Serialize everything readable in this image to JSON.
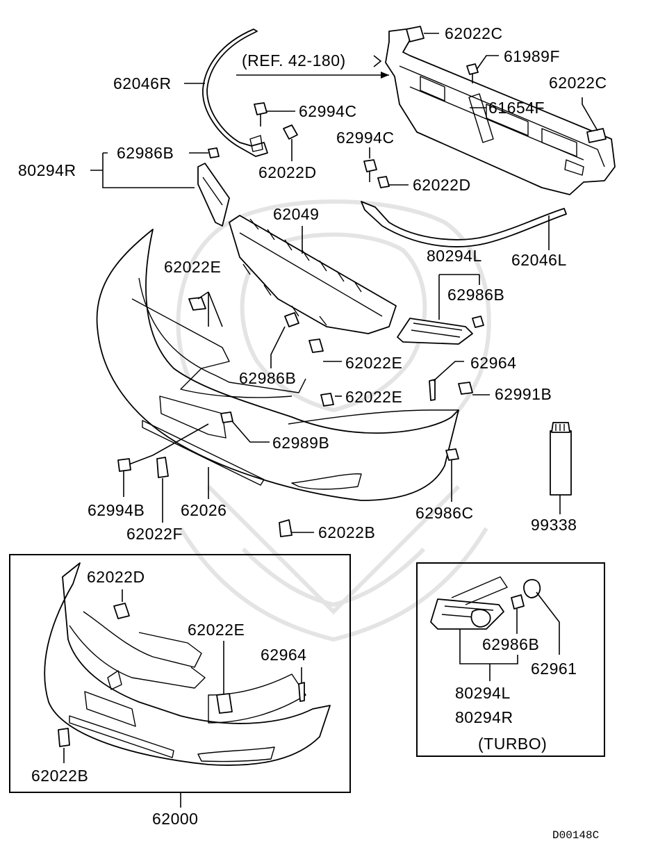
{
  "labels": {
    "l62022C_top": "62022C",
    "l61989F": "61989F",
    "l62022C_right": "62022C",
    "l61654F": "61654F",
    "lRef": "(REF. 42-180)",
    "l62046R": "62046R",
    "l62994C_a": "62994C",
    "l62994C_b": "62994C",
    "l62022D_a": "62022D",
    "l62022D_b": "62022D",
    "l62986B_a": "62986B",
    "l80294R": "80294R",
    "l62049": "62049",
    "l80294L_a": "80294L",
    "l62046L": "62046L",
    "l62022E_a": "62022E",
    "l62986B_b": "62986B",
    "l62986B_c": "62986B",
    "l62022E_b": "62022E",
    "l62964_a": "62964",
    "l62022E_c": "62022E",
    "l62991B": "62991B",
    "l62989B": "62989B",
    "l62994B": "62994B",
    "l62026": "62026",
    "l62022F": "62022F",
    "l62986C": "62986C",
    "l99338": "99338",
    "l62022B_a": "62022B",
    "l62022D_c": "62022D",
    "l62022E_d": "62022E",
    "l62964_b": "62964",
    "l62022B_b": "62022B",
    "l62000": "62000",
    "l62986B_d": "62986B",
    "l62961": "62961",
    "l80294L_b": "80294L",
    "l80294R_b": "80294R",
    "lTurbo": "(TURBO)",
    "lCode": "D00148C"
  }
}
